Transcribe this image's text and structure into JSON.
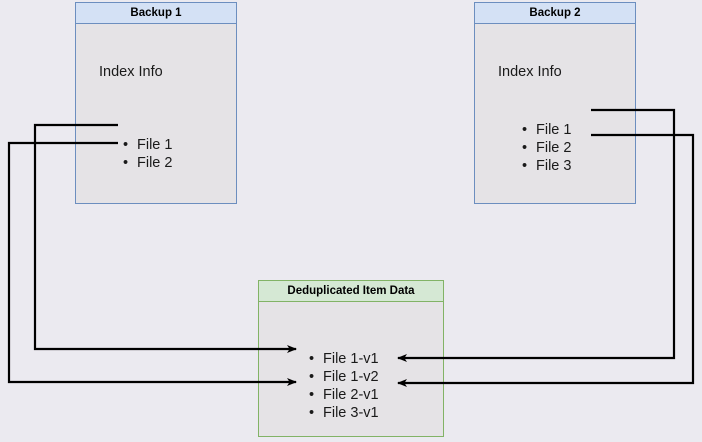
{
  "diagram": {
    "title_hidden": "",
    "nodes": [
      {
        "id": "backup-1",
        "header": "Backup 1",
        "index_label": "Index Info",
        "files": [
          "File 1",
          "File 2"
        ]
      },
      {
        "id": "backup-2",
        "header": "Backup 2",
        "index_label": "Index Info",
        "files": [
          "File 1",
          "File 2",
          "File 3"
        ]
      },
      {
        "id": "dedup-box",
        "header": "Deduplicated Item Data",
        "files": [
          "File 1-v1",
          "File 1-v2",
          "File 2-v1",
          "File 3-v1"
        ]
      }
    ],
    "edges": [
      {
        "from": "backup-1.File 1",
        "to": "dedup.File 1-v1"
      },
      {
        "from": "backup-1.File 2",
        "to": "dedup.File 2-v1"
      },
      {
        "from": "backup-2.File 1",
        "to": "dedup.File 1-v2"
      },
      {
        "from": "backup-2.File 2",
        "to": "dedup.File 2-v1"
      }
    ],
    "colors": {
      "page_background": "#ebeaf0",
      "backup_header_fill": "#d4e1f5",
      "backup_border": "#6c8ebf",
      "node_body_fill": "#e5e3e6",
      "dedup_header_fill": "#d5e8d4",
      "dedup_border": "#82b366",
      "connector": "#000000",
      "text": "#1a1a1a"
    }
  }
}
